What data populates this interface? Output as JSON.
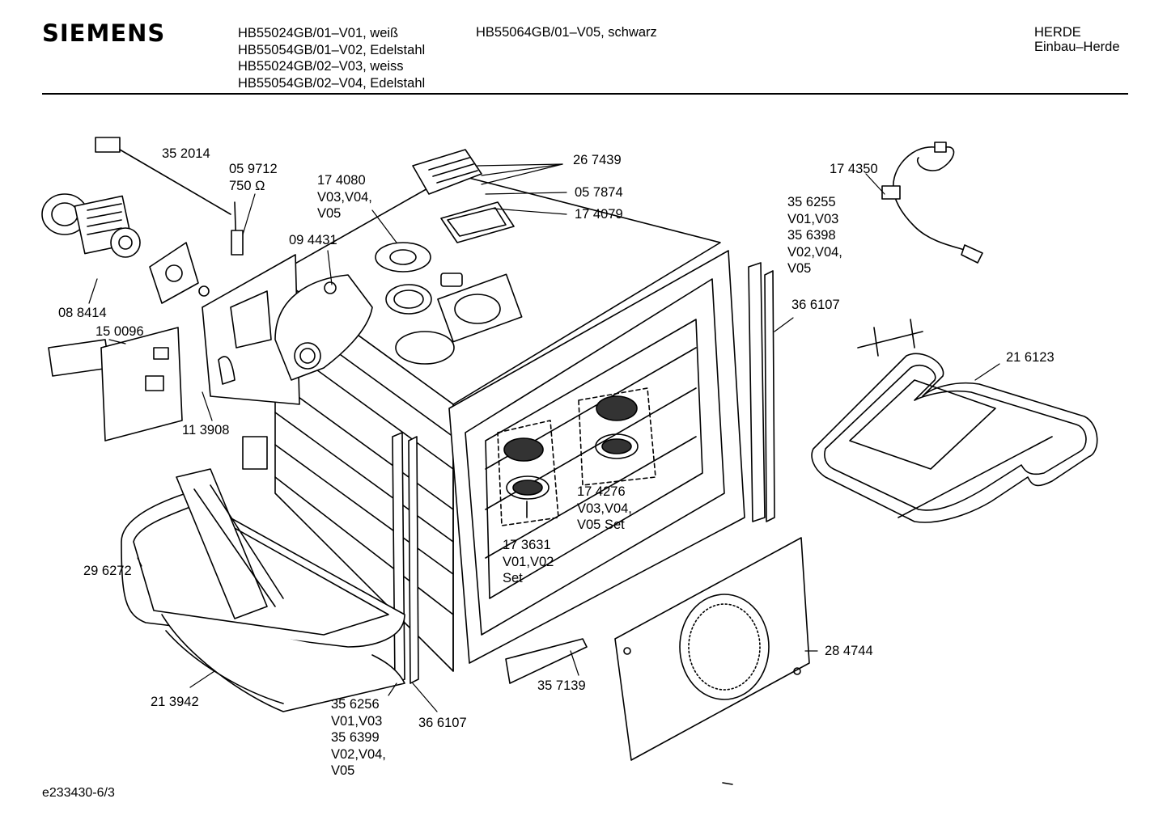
{
  "header": {
    "brand": "SIEMENS",
    "models": [
      "HB55024GB/01–V01, weiß",
      "HB55054GB/01–V02, Edelstahl",
      "HB55024GB/02–V03, weiss",
      "HB55054GB/02–V04, Edelstahl"
    ],
    "model_extra": "HB55064GB/01–V05, schwarz",
    "category": [
      "HERDE",
      "Einbau–Herde"
    ]
  },
  "labels": {
    "p352014": "35 2014",
    "p059712": [
      "05 9712",
      "750 Ω"
    ],
    "p174080": [
      "17 4080",
      "V03,V04,",
      "V05"
    ],
    "p267439": "26 7439",
    "p057874": "05 7874",
    "p174079": "17 4079",
    "p174350": "17 4350",
    "p356255": [
      "35 6255",
      "V01,V03",
      "35 6398",
      "V02,V04,",
      "V05"
    ],
    "p094431": "09 4431",
    "p088414": "08 8414",
    "p150096": "15 0096",
    "p366107a": "36 6107",
    "p216123": "21 6123",
    "p113908": "11 3908",
    "p174276": [
      "17 4276",
      "V03,V04,",
      "V05 Set"
    ],
    "p173631": [
      "17 3631",
      "V01,V02",
      "Set"
    ],
    "p296272": "29 6272",
    "p284744": "28 4744",
    "p357139": "35 7139",
    "p213942": "21 3942",
    "p356256": [
      "35 6256",
      "V01,V03",
      "35 6399",
      "V02,V04,",
      "V05"
    ],
    "p366107b": "36 6107"
  },
  "footer": {
    "code": "e233430-6/3"
  }
}
